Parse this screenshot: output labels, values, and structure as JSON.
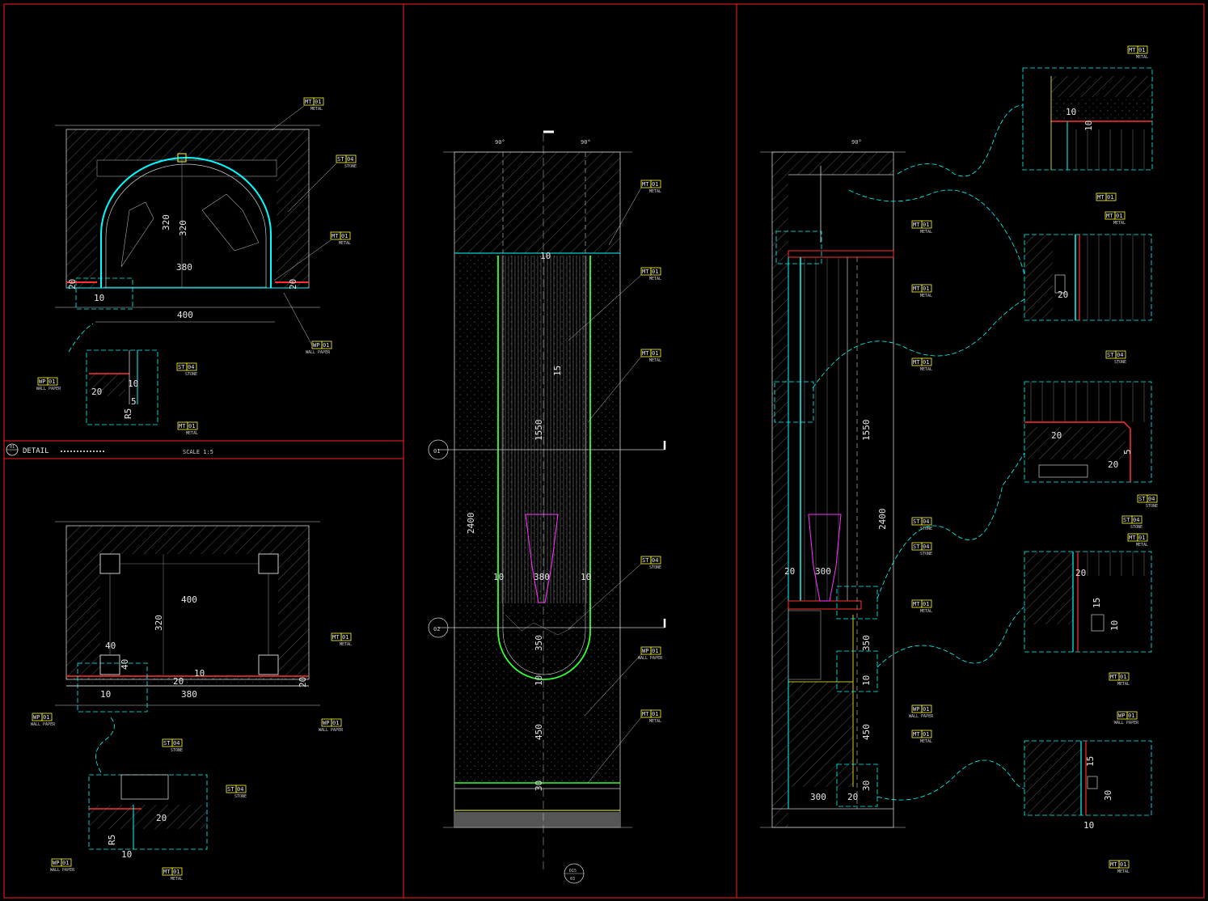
{
  "detail": {
    "label": "DETAIL",
    "scale": "SCALE  1:5",
    "num": "01"
  },
  "arch_detail": {
    "w400": "400",
    "w380": "380",
    "h320a": "320",
    "h320b": "320",
    "d20a": "20",
    "d20b": "20",
    "d10": "10",
    "d20c": "20",
    "d10b": "10",
    "d5": "5",
    "r5": "R5"
  },
  "plan_detail": {
    "w400": "400",
    "h320": "320",
    "w380": "380",
    "d40a": "40",
    "d40b": "40",
    "d20a": "20",
    "d20b": "20",
    "d10a": "10",
    "d10b": "10",
    "d20c": "20",
    "r5": "R5",
    "d10c": "10"
  },
  "mid_elev": {
    "a90l": "90°",
    "a90r": "90°",
    "h2400": "2400",
    "h1550": "1550",
    "w380": "380",
    "d10a": "10",
    "d10b": "10",
    "d10c": "10",
    "h350": "350",
    "h450": "450",
    "d10d": "10",
    "d30": "30",
    "s15": "15",
    "sec01": "01",
    "sec02": "02",
    "ref_top": "D15",
    "ref_bot": "03"
  },
  "right_elev": {
    "a90": "90°",
    "h2400": "2400",
    "h1550": "1550",
    "w300": "300",
    "d20": "20",
    "h350": "350",
    "h450": "450",
    "d10": "10",
    "d30": "30",
    "w300b": "300",
    "d20b": "20"
  },
  "details_right": {
    "d10a": "10",
    "d10b": "10",
    "d20a": "20",
    "d20b": "20",
    "d20c": "20",
    "d5": "5",
    "d20d": "20",
    "d10c": "10",
    "d15": "15",
    "d30": "30",
    "d10d": "10",
    "d15b": "15"
  },
  "tags": {
    "mt": "MT",
    "mt_n": "01",
    "metal": "METAL",
    "st": "ST",
    "st_n": "04",
    "stone": "STONE",
    "wp": "WP",
    "wp_n": "01",
    "wallpaper": "WALL PAPER"
  },
  "colors": {
    "frame": "#ff2020",
    "cyan": "#00ffff",
    "green": "#33ff33",
    "magenta": "#ff33ff",
    "white": "#e8e8e8",
    "yellow": "#ffff33",
    "red": "#ff3030"
  }
}
